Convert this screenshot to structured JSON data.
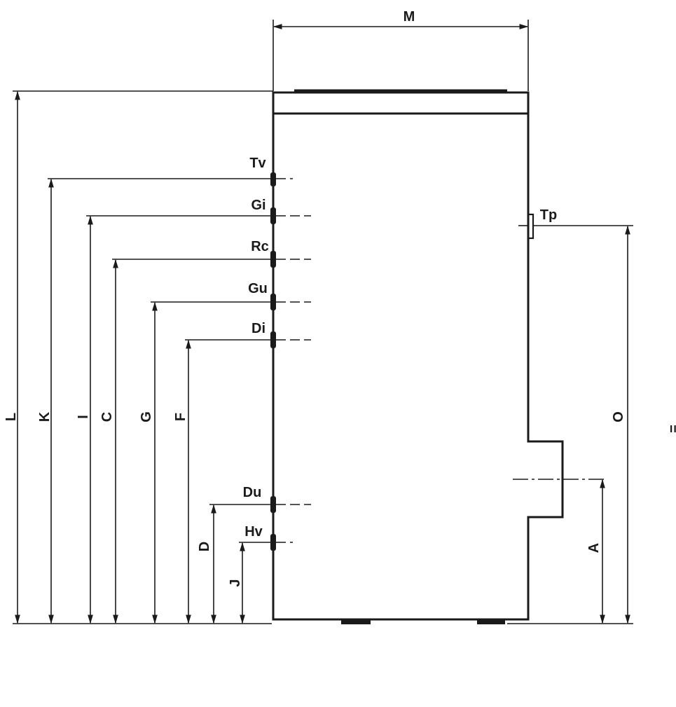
{
  "width_label": "M",
  "connection_labels": {
    "tv": "Tv",
    "gi": "Gi",
    "rc": "Rc",
    "gu": "Gu",
    "di": "Di",
    "du": "Du",
    "hv": "Hv",
    "tp": "Tp"
  },
  "dimension_labels": {
    "l": "L",
    "k": "K",
    "i": "I",
    "c": "C",
    "g": "G",
    "f": "F",
    "d": "D",
    "j": "J",
    "o": "O",
    "a": "A"
  },
  "edge_mark": "="
}
